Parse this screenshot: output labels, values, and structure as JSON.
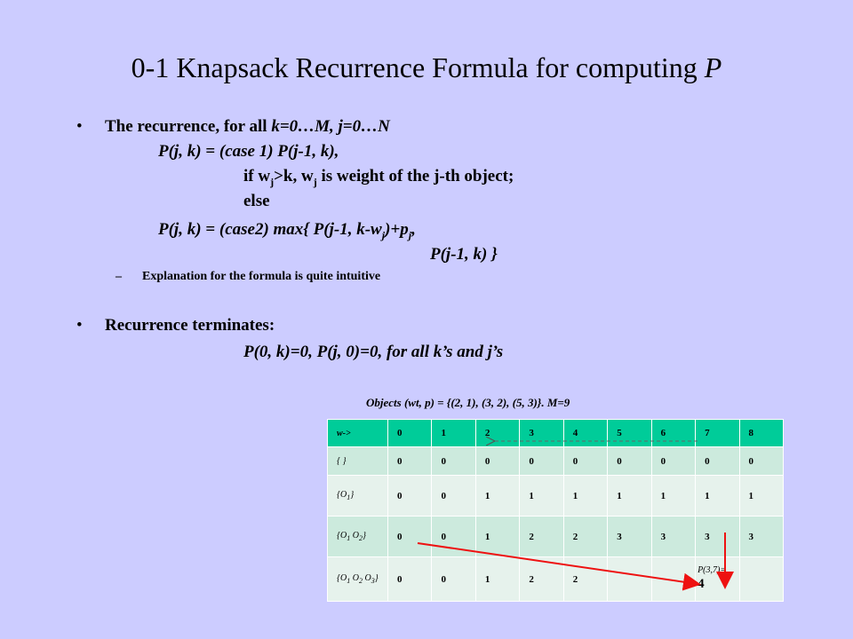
{
  "slide": {
    "title_main": "0-1 Knapsack Recurrence Formula for computing ",
    "title_var": "P"
  },
  "bullets": {
    "b1_prefix": "The recurrence, for all ",
    "b1_range": "k=0…M,    j=0…N",
    "case1": "P(j, k) = (case 1) P(j-1, k),",
    "cond_if": "if w",
    "cond_j1": "j",
    "cond_mid": ">k, w",
    "cond_j2": "j",
    "cond_end": " is weight of the j-th object;",
    "else": "else",
    "case2_a": "P(j, k) = (case2)   max{ P(j-1, k-w",
    "case2_j": "j",
    "case2_b": ")+p",
    "case2_j2": "j",
    "case2_c": ",",
    "case2_d": "P(j-1, k)  }",
    "dash": "–",
    "explain": "Explanation for the formula is quite intuitive",
    "b2": "Recurrence terminates:",
    "terminate": "P(0, k)=0, P(j, 0)=0,  for all k’s and j’s"
  },
  "table": {
    "caption": "Objects (wt, p) = {(2, 1), (3, 2), (5, 3)}. M=9",
    "header": [
      "w->",
      "0",
      "1",
      "2",
      "3",
      "4",
      "5",
      "6",
      "7",
      "8"
    ],
    "rows": [
      {
        "label": "{ }",
        "cells": [
          "0",
          "0",
          "0",
          "0",
          "0",
          "0",
          "0",
          "0",
          "0"
        ]
      },
      {
        "label": "{O1}",
        "cells": [
          "0",
          "0",
          "1",
          "1",
          "1",
          "1",
          "1",
          "1",
          "1"
        ]
      },
      {
        "label": "{O1 O2}",
        "cells": [
          "0",
          "0",
          "1",
          "2",
          "2",
          "3",
          "3",
          "3",
          "3"
        ]
      },
      {
        "label": "{O1 O2 O3}",
        "cells": [
          "0",
          "0",
          "1",
          "2",
          "2",
          "",
          "",
          "P(3,7)=",
          ""
        ]
      }
    ],
    "highlight_value": "4"
  },
  "colors": {
    "background": "#ccccff",
    "header_fill": "#00cc99",
    "arrow": "#ee1111"
  }
}
